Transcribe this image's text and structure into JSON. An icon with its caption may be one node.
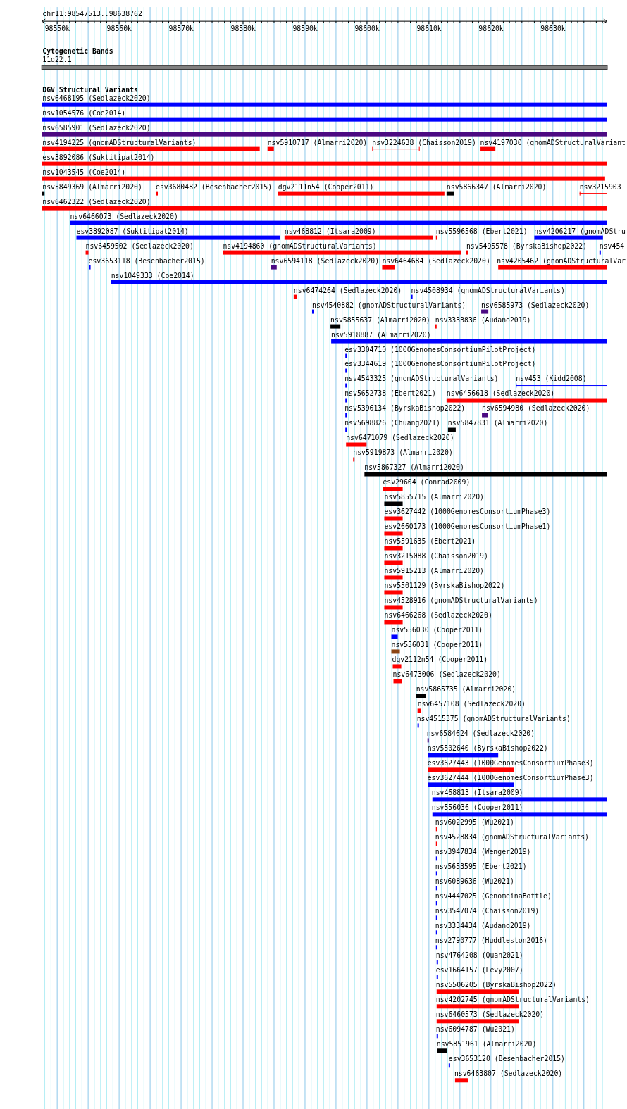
{
  "diagram": {
    "title": "chr11:98547513..98638762",
    "labels": [
      "98550k",
      "98560k",
      "98570k",
      "98580k",
      "98590k",
      "98600k",
      "98610k",
      "98620k",
      "98630k",
      "Cytogenetic Bands",
      "11q22.1",
      "DGV Structural Variants",
      "nsv6468195 (Sedlazeck2020)",
      "nsv1054576 (Coe2014)",
      "nsv6585901 (Sedlazeck2020)",
      "nsv4194225 (gnomADStructuralVariants)",
      "nsv5910717 (Almarri2020)",
      "nsv3224638 (Chaisson2019)",
      "nsv4197030 (gnomADStructuralVariant",
      "esv3892086 (Suktitipat2014)",
      "nsv1043545 (Coe2014)",
      "nsv5849369 (Almarri2020)",
      "esv3680482 (Besenbacher2015)",
      "dgv2111n54 (Cooper2011)",
      "nsv5866347 (Almarri2020)",
      "nsv3215903",
      "nsv6462322 (Sedlazeck2020)",
      "nsv6466073 (Sedlazeck2020)",
      "esv3892087 (Suktitipat2014)",
      "nsv468812 (Itsara2009)",
      "nsv5596568 (Ebert2021)",
      "nsv4206217 (gnomADStru",
      "nsv6459502 (Sedlazeck2020)",
      "nsv4194860 (gnomADStructuralVariants)",
      "nsv5495578 (ByrskaBishop2022)",
      "nsv454",
      "esv3653118 (Besenbacher2015)",
      "nsv6594118 (Sedlazeck2020)",
      "nsv6464684 (Sedlazeck2020)",
      "nsv4205462 (gnomADStructuralVar",
      "nsv1049333 (Coe2014)",
      "nsv6474264 (Sedlazeck2020)",
      "nsv4508934 (gnomADStructuralVariants)",
      "nsv4540882 (gnomADStructuralVariants)",
      "nsv6585973 (Sedlazeck2020)",
      "nsv5855637 (Almarri2020)",
      "nsv3333836 (Audano2019)",
      "nsv5918887 (Almarri2020)",
      "esv3304710 (1000GenomesConsortiumPilotProject)",
      "esv3344619 (1000GenomesConsortiumPilotProject)",
      "nsv4543325 (gnomADStructuralVariants)",
      "nsv453 (Kidd2008)",
      "nsv5652738 (Ebert2021)",
      "nsv6456618 (Sedlazeck2020)",
      "nsv5396134 (ByrskaBishop2022)",
      "nsv6594980 (Sedlazeck2020)",
      "nsv5698826 (Chuang2021)",
      "nsv5847831 (Almarri2020)",
      "nsv6471079 (Sedlazeck2020)",
      "nsv5919873 (Almarri2020)",
      "nsv5867327 (Almarri2020)",
      "esv29604 (Conrad2009)",
      "nsv5855715 (Almarri2020)",
      "esv3627442 (1000GenomesConsortiumPhase3)",
      "esv2660173 (1000GenomesConsortiumPhase1)",
      "nsv5591635 (Ebert2021)",
      "nsv3215088 (Chaisson2019)",
      "nsv5915213 (Almarri2020)",
      "nsv5501129 (ByrskaBishop2022)",
      "nsv4528916 (gnomADStructuralVariants)",
      "nsv6466268 (Sedlazeck2020)",
      "nsv556030 (Cooper2011)",
      "nsv556031 (Cooper2011)",
      "dgv2112n54 (Cooper2011)",
      "nsv6473006 (Sedlazeck2020)",
      "nsv5865735 (Almarri2020)",
      "nsv6457108 (Sedlazeck2020)",
      "nsv4515375 (gnomADStructuralVariants)",
      "nsv6584624 (Sedlazeck2020)",
      "nsv5502640 (ByrskaBishop2022)",
      "esv3627443 (1000GenomesConsortiumPhase3)",
      "esv3627444 (1000GenomesConsortiumPhase3)",
      "nsv468813 (Itsara2009)",
      "nsv556036 (Cooper2011)",
      "nsv6022995 (Wu2021)",
      "nsv4528834 (gnomADStructuralVariants)",
      "nsv3947834 (Wenger2019)",
      "nsv5653595 (Ebert2021)",
      "nsv6089636 (Wu2021)",
      "nsv4447025 (GenomeinaBottle)",
      "nsv3547074 (Chaisson2019)",
      "nsv3334434 (Audano2019)",
      "nsv2790777 (Huddleston2016)",
      "nsv4764208 (Quan2021)",
      "esv1664157 (Levy2007)",
      "nsv5506205 (ByrskaBishop2022)",
      "nsv4202745 (gnomADStructuralVariants)",
      "nsv6460573 (Sedlazeck2020)",
      "nsv6094787 (Wu2021)",
      "nsv5851961 (Almarri2020)",
      "esv3653120 (Besenbacher2015)",
      "nsv6463807 (Sedlazeck2020)"
    ]
  }
}
